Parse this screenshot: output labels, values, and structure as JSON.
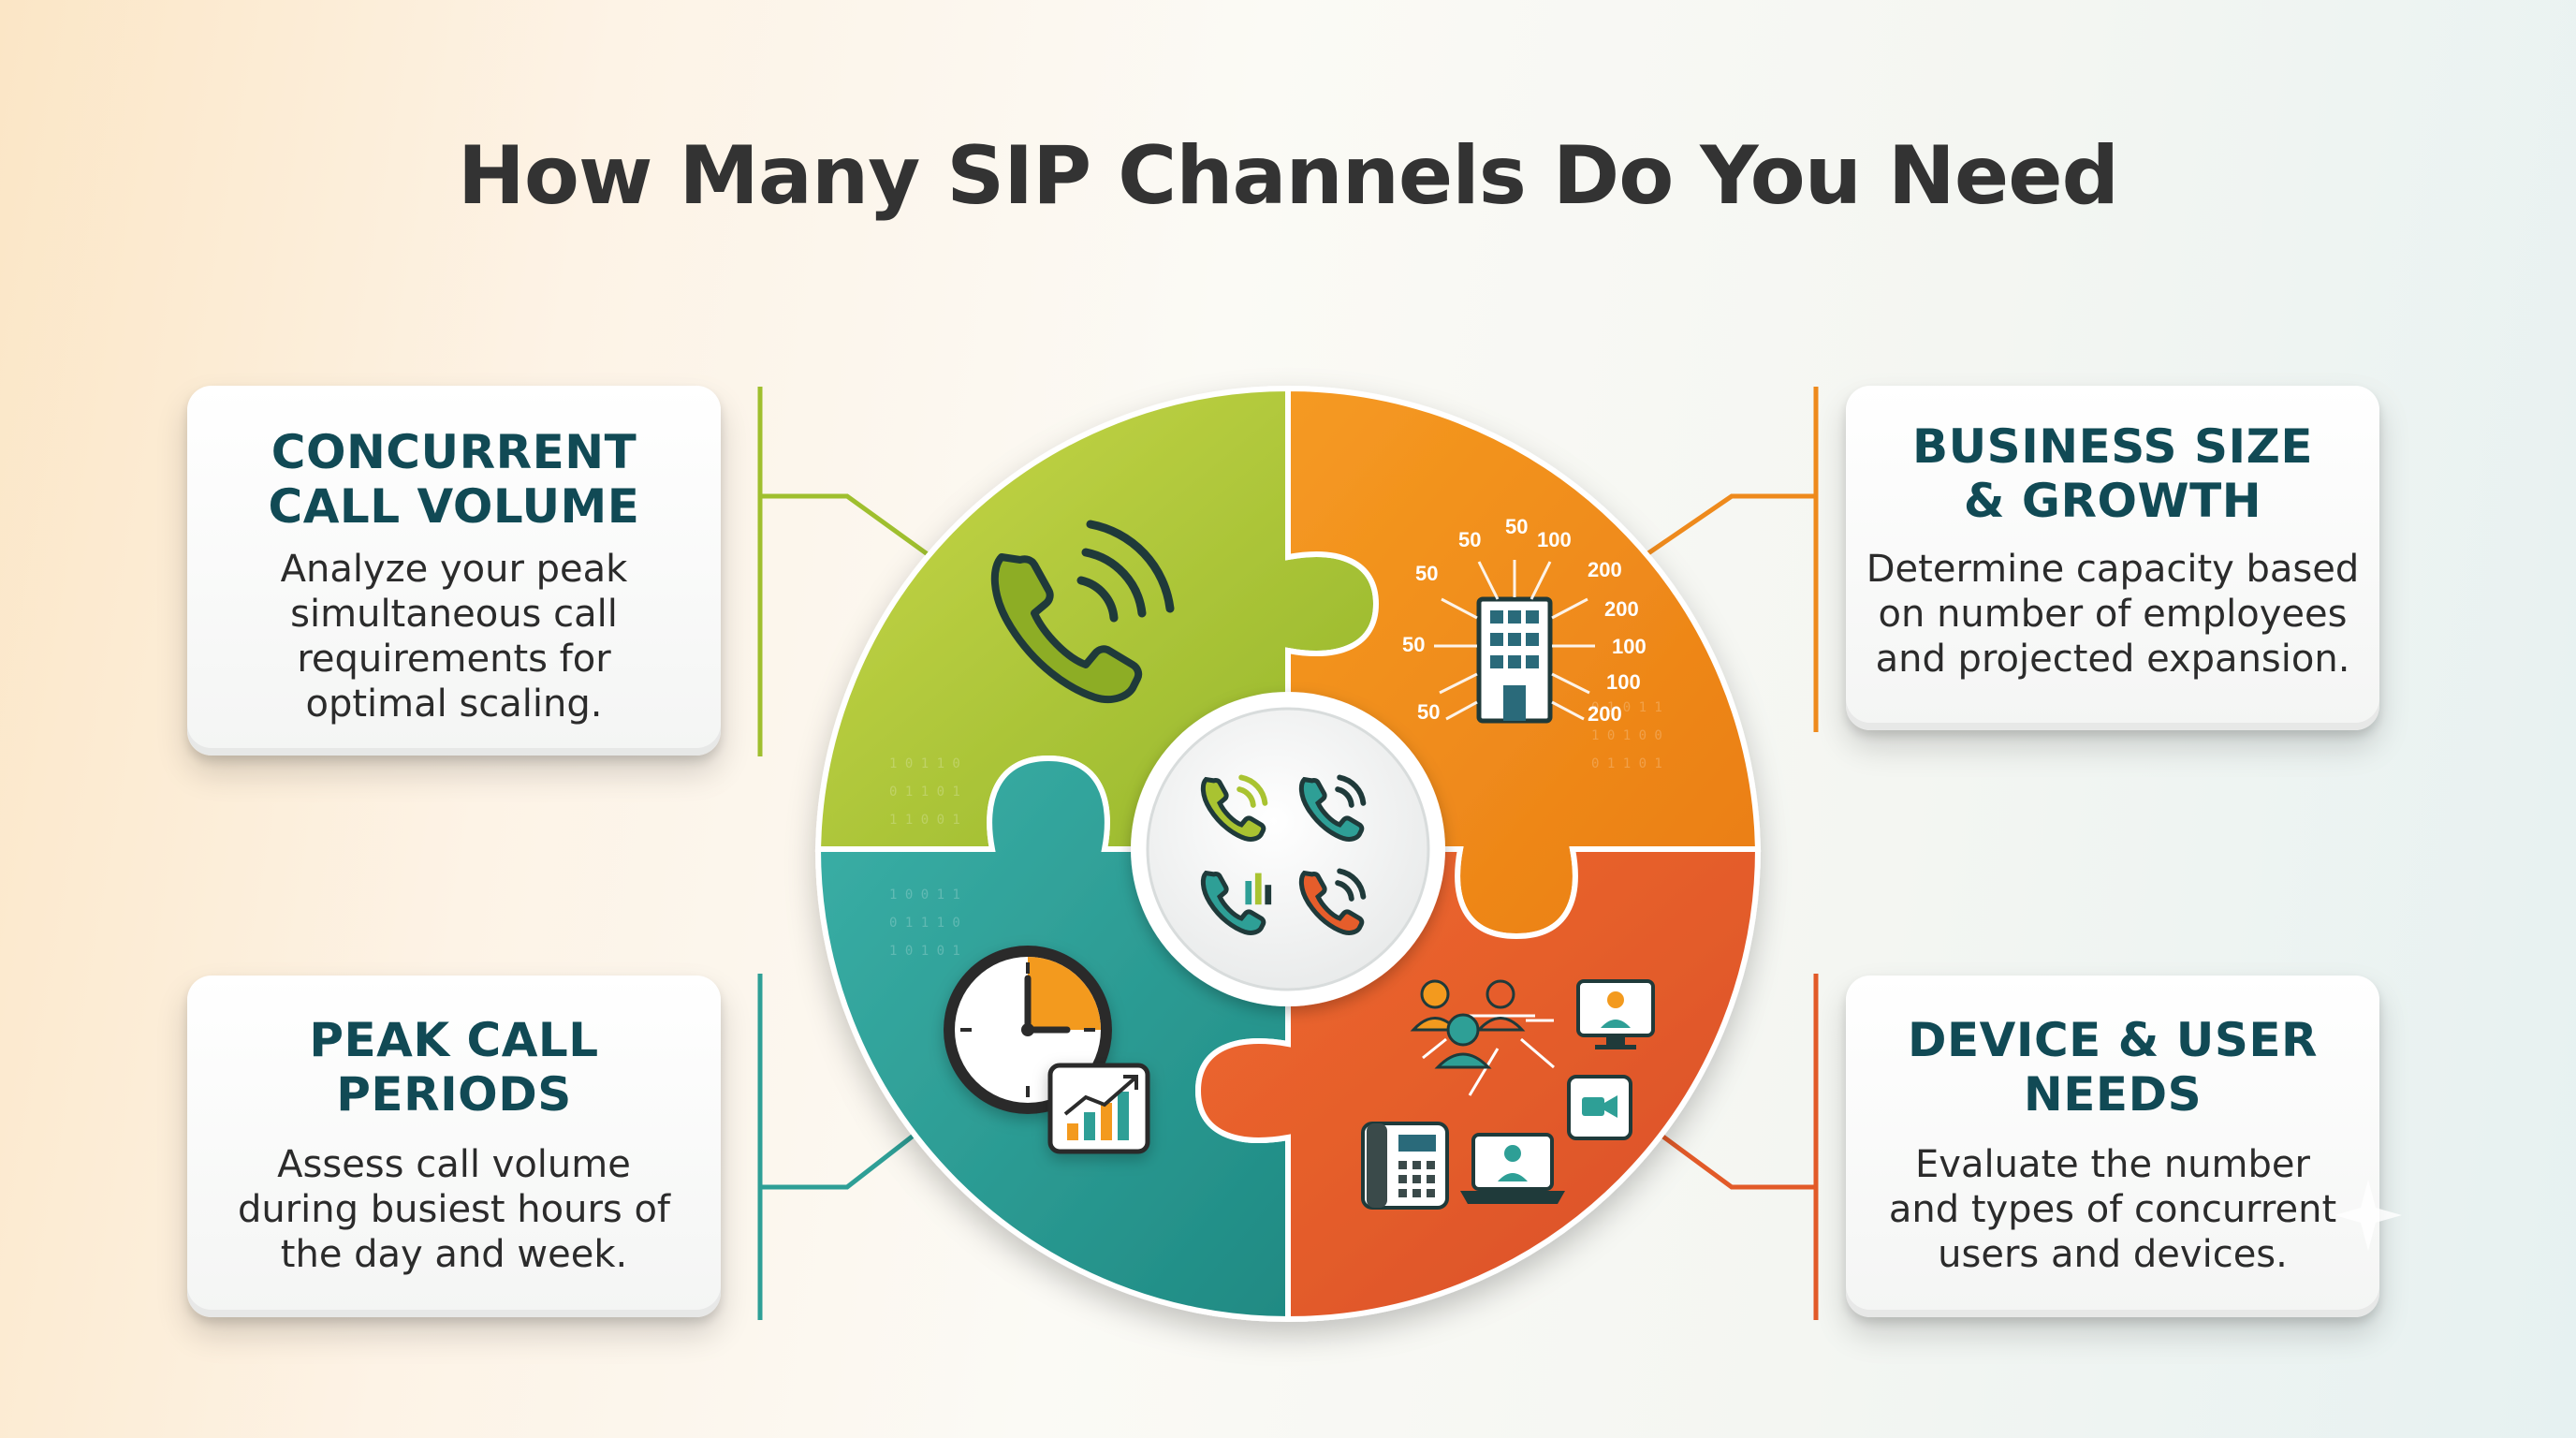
{
  "title": "How Many SIP Channels Do You Need",
  "cards": {
    "concurrent": {
      "heading_lines": [
        "CONCURRENT",
        "CALL VOLUME"
      ],
      "body_lines": [
        "Analyze your peak",
        "simultaneous call",
        "requirements for",
        "optimal scaling."
      ]
    },
    "business": {
      "heading_lines": [
        "BUSINESS SIZE",
        "& GROWTH"
      ],
      "body_lines": [
        "Determine capacity based",
        "on number of employees",
        "and projected expansion."
      ]
    },
    "peak": {
      "heading_lines": [
        "PEAK CALL",
        "PERIODS"
      ],
      "body_lines": [
        "Assess call volume",
        "during busiest hours of",
        "the day and week."
      ]
    },
    "device": {
      "heading_lines": [
        "DEVICE & USER",
        "NEEDS"
      ],
      "body_lines": [
        "Evaluate the number",
        "and types of concurrent",
        "users and devices."
      ]
    }
  },
  "puzzle": {
    "colors": {
      "green": "#a9c331",
      "orange": "#f08a1c",
      "teal": "#2e9f96",
      "red": "#e65d2b",
      "heading": "#114a55"
    },
    "icons": [
      "phone-waves-icon",
      "building-arrows-icon",
      "clock-chart-icon",
      "user-devices-network-icon",
      "phones-hub-icon"
    ],
    "building_numbers": [
      "50",
      "50",
      "100",
      "50",
      "200",
      "200",
      "50",
      "100",
      "100",
      "50",
      "200"
    ]
  }
}
